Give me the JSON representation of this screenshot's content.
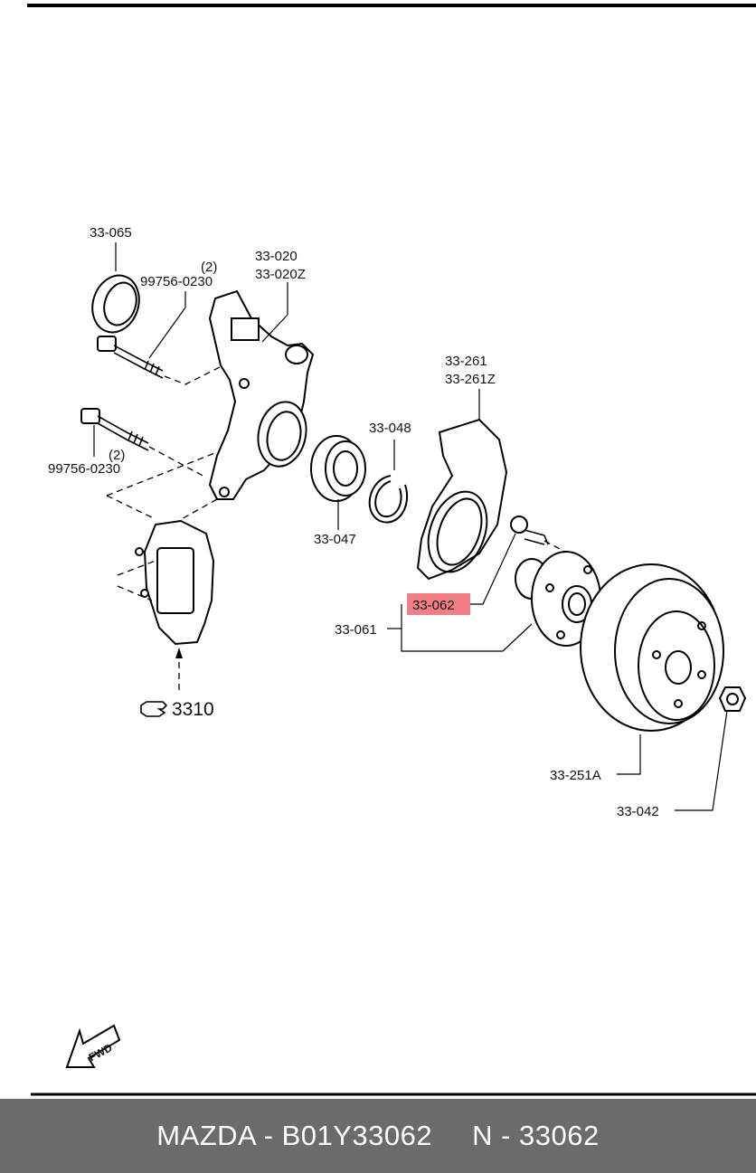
{
  "diagram": {
    "labels": {
      "p33_065": "33-065",
      "bolt_top_qty": "(2)",
      "bolt_top_pn": "99756-0230",
      "p33_020": "33-020",
      "p33_020z": "33-020Z",
      "p33_261": "33-261",
      "p33_261z": "33-261Z",
      "p33_048": "33-048",
      "bolt_bottom_qty": "(2)",
      "bolt_bottom_pn": "99756-0230",
      "p33_047": "33-047",
      "p33_062": "33-062",
      "p33_061": "33-061",
      "p3310": "3310",
      "p33_251a": "33-251A",
      "p33_042": "33-042",
      "fwd": "FWD"
    },
    "highlight_color": "#f47e85"
  },
  "footer": {
    "brand_part": "MAZDA - B01Y33062",
    "number": "N - 33062",
    "background": "#6b6b6b"
  }
}
